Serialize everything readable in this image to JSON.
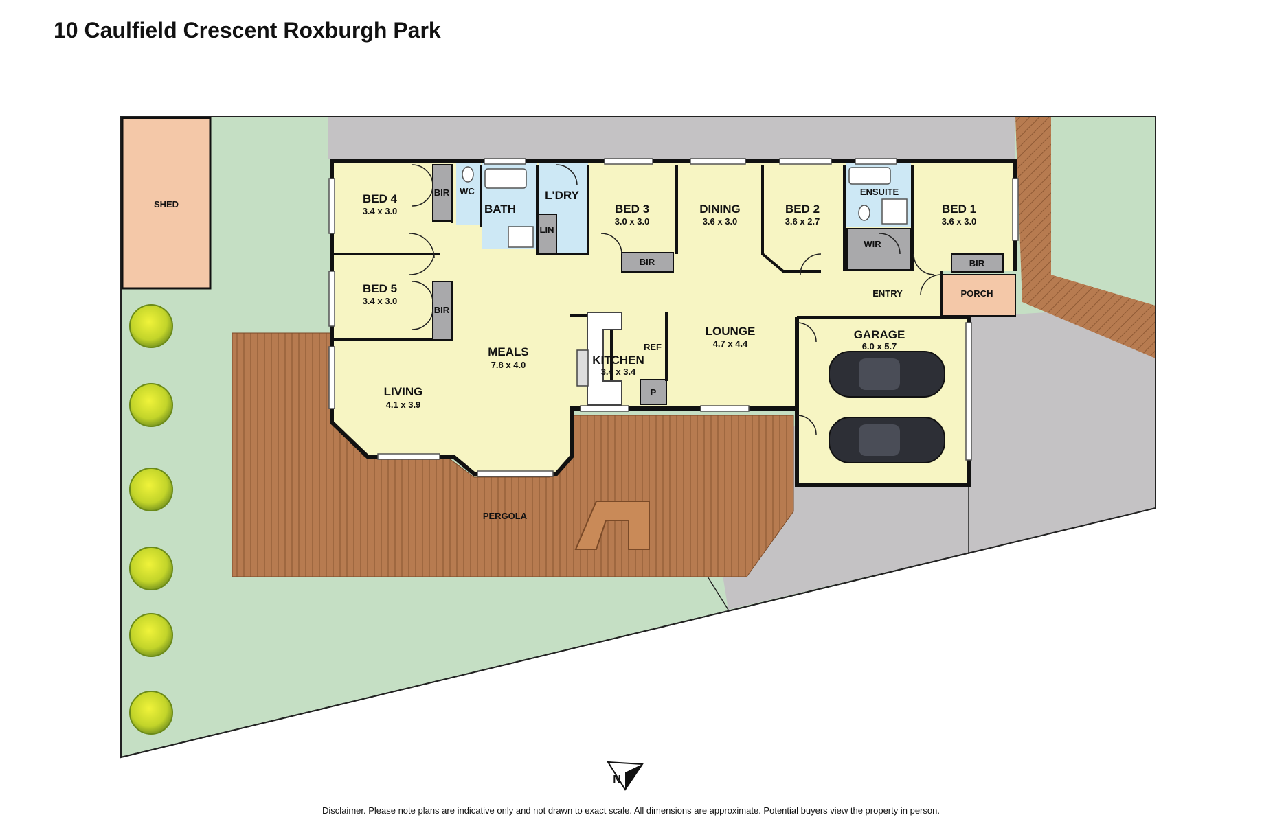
{
  "title": "10 Caulfield Crescent Roxburgh Park",
  "disclaimer": "Disclaimer. Please note plans are indicative only and not drawn to exact scale. All dimensions are approximate. Potential buyers view the property in person.",
  "compass": {
    "label": "N"
  },
  "rooms": {
    "shed": {
      "name": "SHED"
    },
    "bed4": {
      "name": "BED 4",
      "dim": "3.4 x 3.0"
    },
    "bed4_bir": {
      "name": "BIR"
    },
    "wc": {
      "name": "WC"
    },
    "bath": {
      "name": "BATH"
    },
    "laundry": {
      "name": "L'DRY"
    },
    "linen": {
      "name": "LIN"
    },
    "bed3": {
      "name": "BED 3",
      "dim": "3.0 x 3.0"
    },
    "bed3_bir": {
      "name": "BIR"
    },
    "dining": {
      "name": "DINING",
      "dim": "3.6 x 3.0"
    },
    "bed2": {
      "name": "BED 2",
      "dim": "3.6 x 2.7"
    },
    "ensuite": {
      "name": "ENSUITE"
    },
    "wir": {
      "name": "WIR"
    },
    "bed1": {
      "name": "BED 1",
      "dim": "3.6 x 3.0"
    },
    "bed1_bir": {
      "name": "BIR"
    },
    "bed5": {
      "name": "BED 5",
      "dim": "3.4 x 3.0"
    },
    "bed5_bir": {
      "name": "BIR"
    },
    "meals": {
      "name": "MEALS",
      "dim": "7.8 x 4.0"
    },
    "kitchen": {
      "name": "KITCHEN",
      "dim": "3.4 x 3.4"
    },
    "ref": {
      "name": "REF"
    },
    "pantry": {
      "name": "P"
    },
    "lounge": {
      "name": "LOUNGE",
      "dim": "4.7 x 4.4"
    },
    "entry": {
      "name": "ENTRY"
    },
    "porch": {
      "name": "PORCH"
    },
    "garage": {
      "name": "GARAGE",
      "dim": "6.0 x 5.7"
    },
    "living": {
      "name": "LIVING",
      "dim": "4.1 x 3.9"
    },
    "pergola": {
      "name": "PERGOLA"
    }
  },
  "colors": {
    "lawn": "#c5dfc4",
    "paving": "#c4c2c4",
    "room": "#f7f5c3",
    "wet": "#cde8f5",
    "shed": "#f4c8a8",
    "robe": "#a9a9ab",
    "deck": "#b77b50",
    "car": "#2d2f36"
  }
}
